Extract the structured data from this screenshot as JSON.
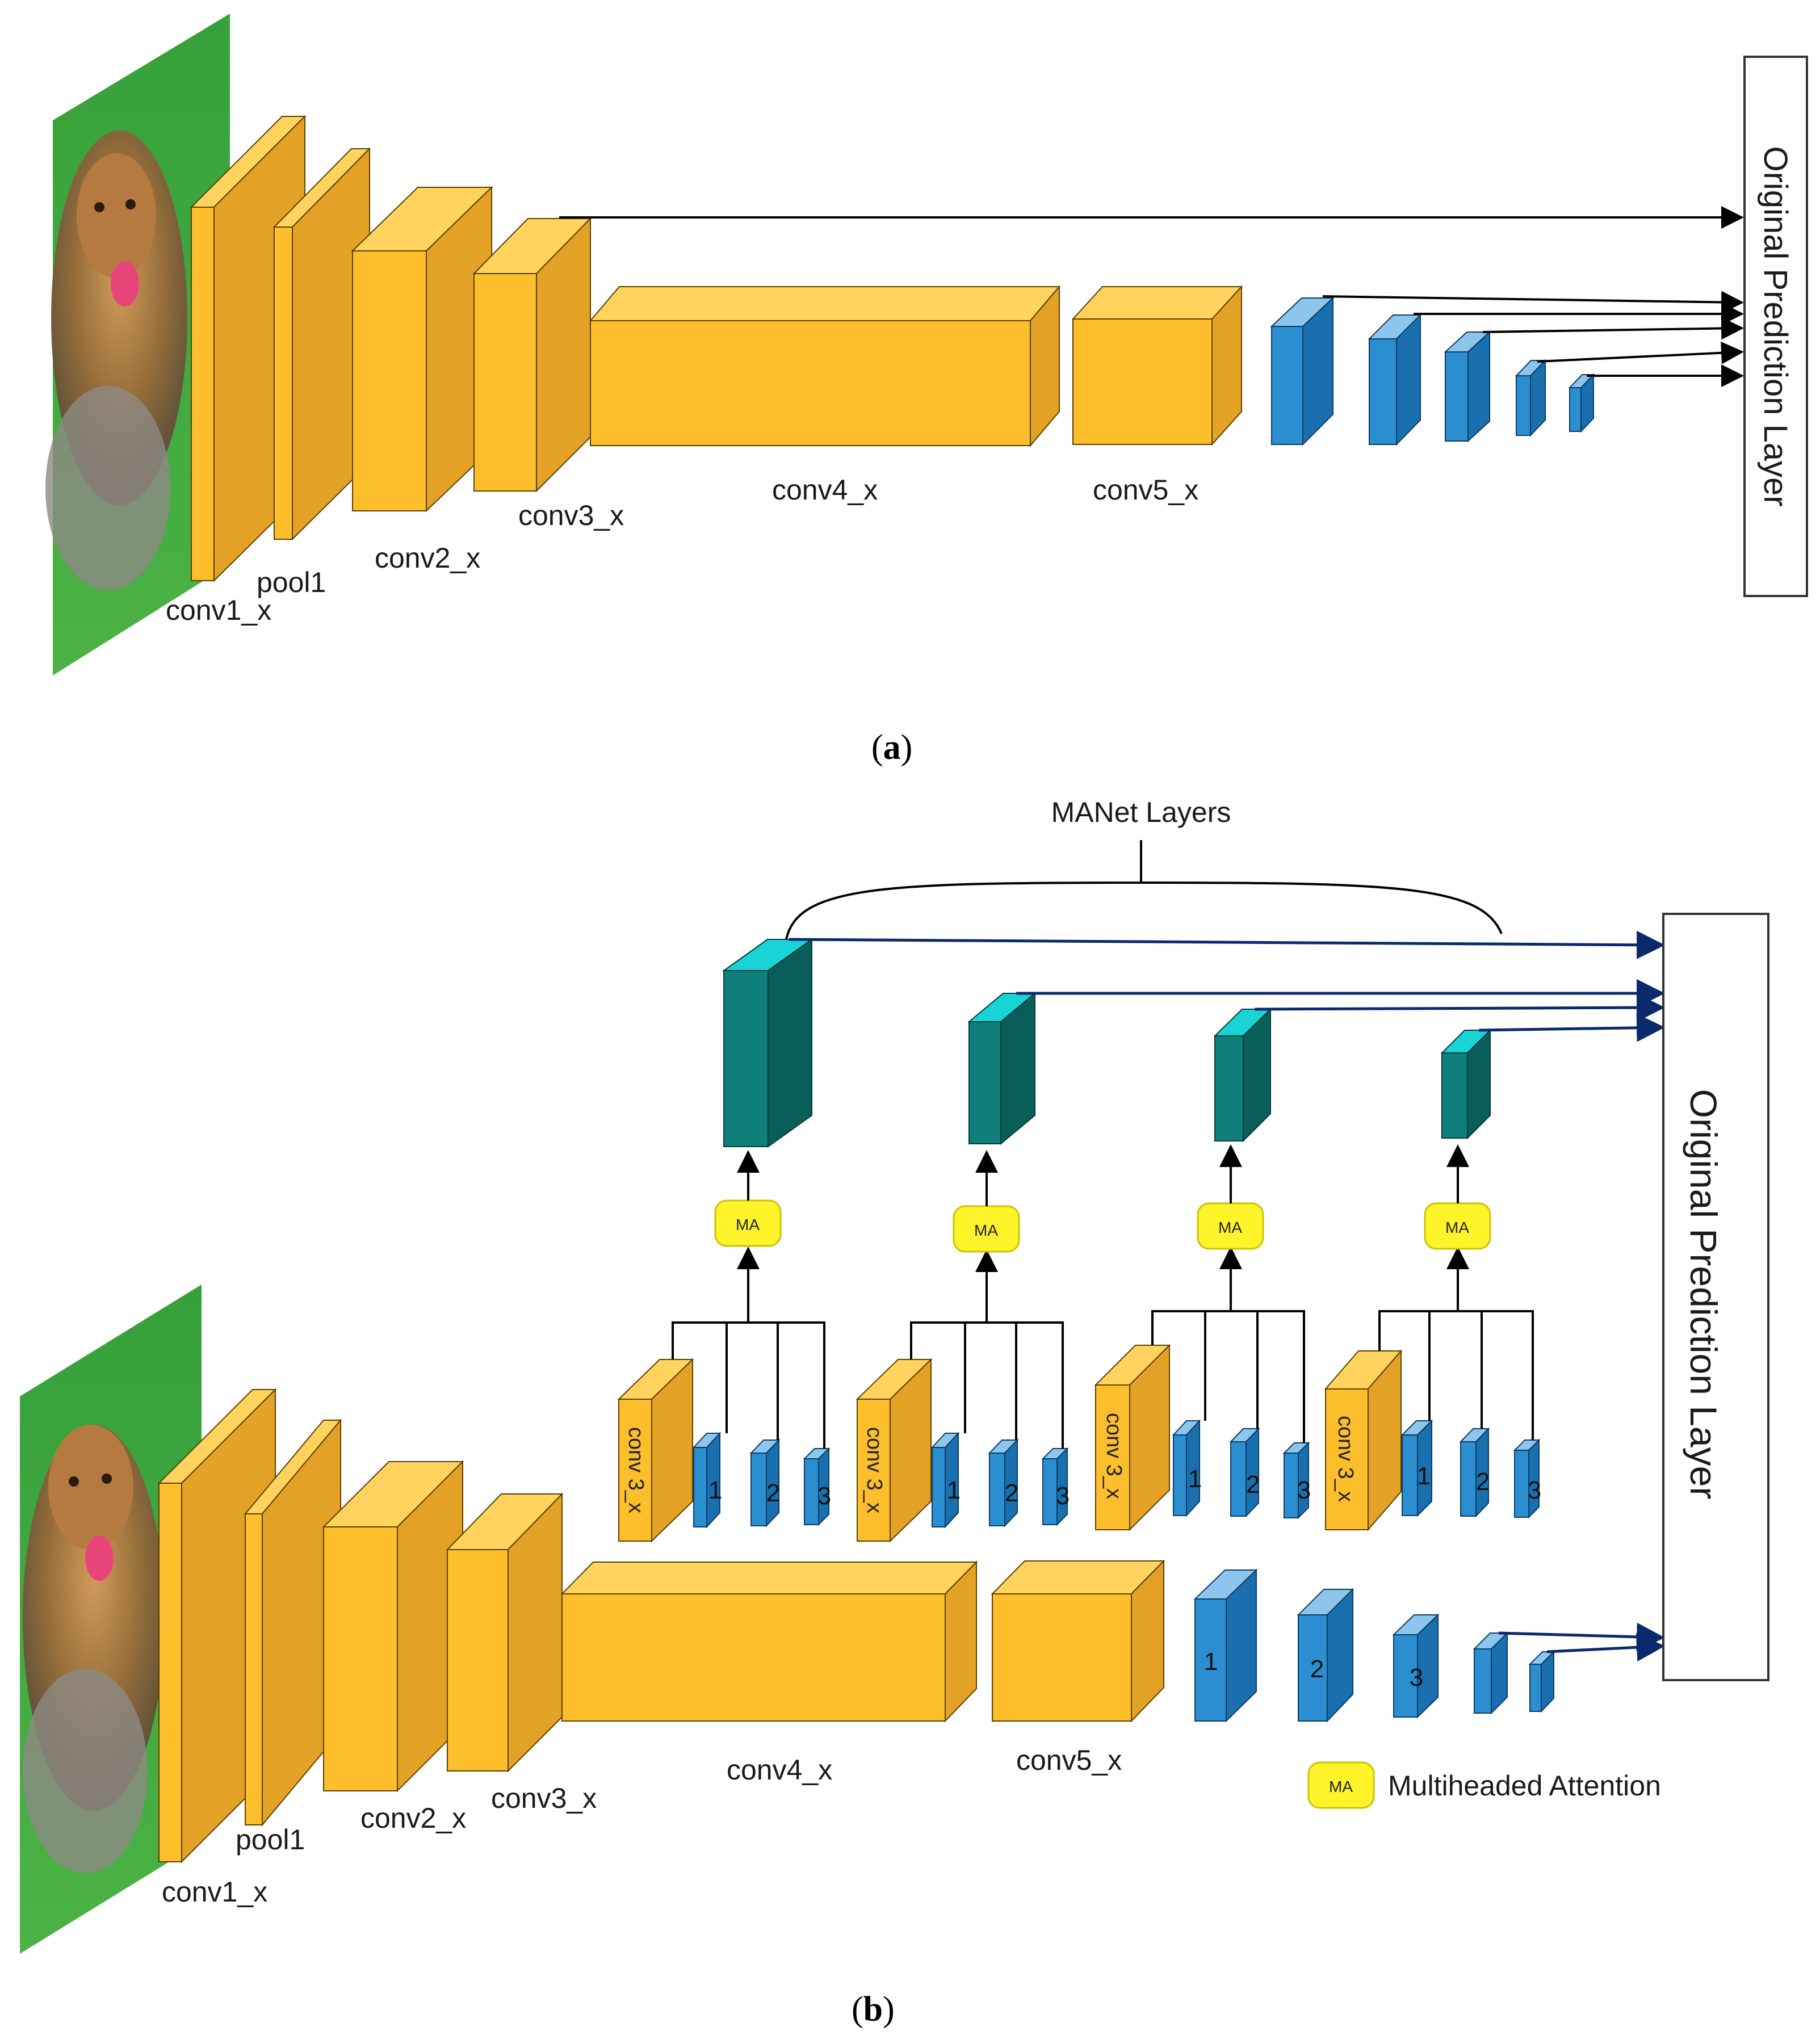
{
  "panel_a": {
    "caption_open": "(",
    "caption_letter": "a",
    "caption_close": ")",
    "output_box_label": "Original Prediction Layer",
    "layer_labels": {
      "conv1": "conv1_x",
      "pool1": "pool1",
      "conv2": "conv2_x",
      "conv3": "conv3_x",
      "conv4": "conv4_x",
      "conv5": "conv5_x"
    }
  },
  "panel_b": {
    "caption_open": "(",
    "caption_letter": "b",
    "caption_close": ")",
    "group_title": "MANet Layers",
    "output_box_label": "Original  Prediction  Layer",
    "layer_labels": {
      "conv1": "conv1_x",
      "pool1": "pool1",
      "conv2": "conv2_x",
      "conv3": "conv3_x",
      "conv4": "conv4_x",
      "conv5": "conv5_x"
    },
    "branch_block_label": "conv 3_x",
    "branch_numbers": [
      "1",
      "2",
      "3"
    ],
    "extra_numbers": [
      "1",
      "2",
      "3"
    ],
    "ma_badge": "MA",
    "legend": {
      "badge": "MA",
      "text": "Multiheaded Attention"
    }
  },
  "colors": {
    "orange_front": "#FDBE2C",
    "orange_top": "#FFD35E",
    "orange_side": "#E3A126",
    "blue_front": "#2A8ED0",
    "blue_top": "#8DC6EC",
    "blue_side": "#1A6FAE",
    "teal_front": "#0E7F7A",
    "teal_top": "#19D4D6",
    "teal_side": "#0A5E5A",
    "ma_fill": "#FFF42A",
    "arrow_navy": "#0B2A6B",
    "grass": "#3FA435"
  },
  "icons": [
    "dog-photo",
    "arrow-head",
    "curly-brace"
  ]
}
